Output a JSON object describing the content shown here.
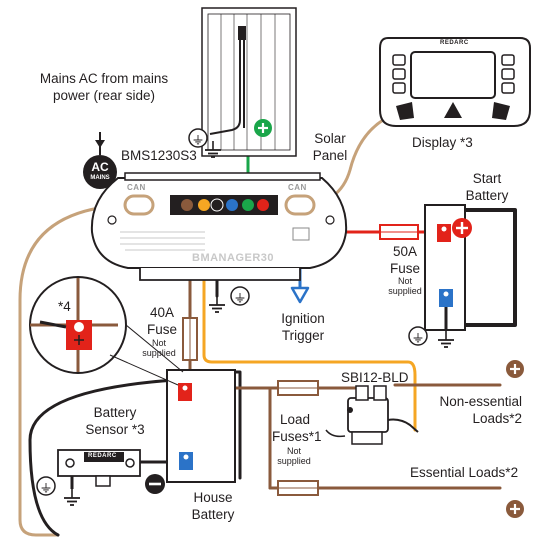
{
  "labels": {
    "mains_ac": "Mains AC from mains power (rear side)",
    "ac_mains_badge_top": "AC",
    "ac_mains_badge_bottom": "MAINS",
    "bms_model": "BMS1230S3",
    "solar_panel": "Solar Panel",
    "display": "Display *3",
    "start_battery": "Start Battery",
    "fuse_50a": "50A Fuse",
    "fuse_50a_note": "Not supplied",
    "ignition_trigger": "Ignition Trigger",
    "fuse_40a": "40A Fuse",
    "fuse_40a_note": "Not supplied",
    "callout_ref": "*4",
    "sbi_model": "SBI12-BLD",
    "non_essential_loads": "Non-essential Loads*2",
    "load_fuses": "Load Fuses*1",
    "load_fuses_note": "Not supplied",
    "battery_sensor": "Battery Sensor *3",
    "essential_loads": "Essential Loads*2",
    "house_battery": "House Battery",
    "bms_can_left": "CAN",
    "bms_can_right": "CAN",
    "bms_brand": "BMANAGER30",
    "display_brand": "REDARC",
    "sensor_brand": "REDARC"
  },
  "colors": {
    "wire_tan": "#c6a27a",
    "wire_orange": "#f5a623",
    "wire_red": "#e2231a",
    "wire_blue": "#2b73c8",
    "wire_green": "#1aa64a",
    "wire_black": "#231f20",
    "wire_brown": "#8a5a3c",
    "terminal_red": "#e2231a",
    "terminal_blue": "#2b73c8"
  },
  "icons": [
    "ground-icon",
    "positive-icon",
    "negative-icon"
  ]
}
